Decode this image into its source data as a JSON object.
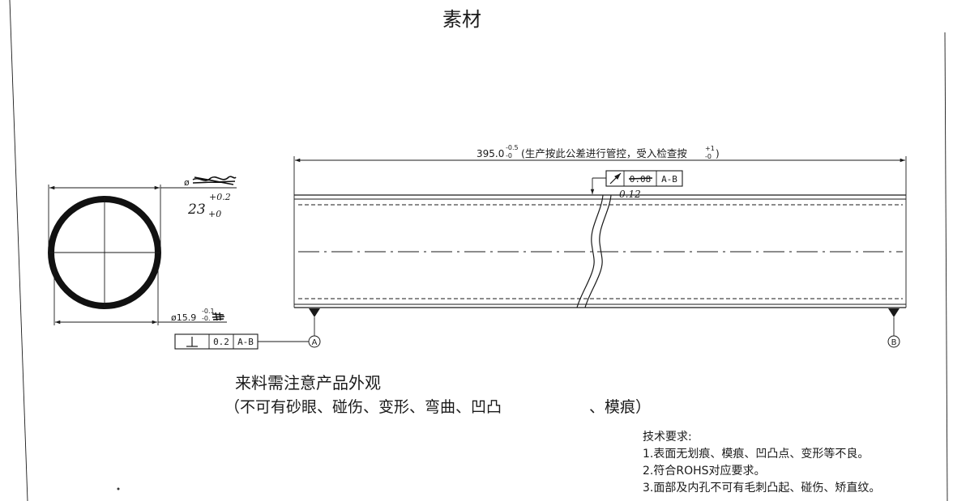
{
  "title": "素材",
  "end_view": {
    "top_dim": {
      "prefix": "ø",
      "value": "23",
      "tol_upper": "+0.2",
      "tol_lower": "+0"
    },
    "bottom_dim": {
      "value": "ø15.9",
      "tol_upper": "-0.1",
      "tol_lower": "-0."
    },
    "perpendicularity_frame": {
      "symbol_icon": "perpendicularity-icon",
      "tolerance": "0.2",
      "datum": "A-B"
    }
  },
  "length_dim": {
    "value": "395.0",
    "tol_upper": "-0.5",
    "tol_lower": "-0",
    "note": "(生产按此公差进行管控，受入检查按",
    "note_tol_upper": "+1",
    "note_tol_lower": "-0",
    "note_close": ")"
  },
  "runout_frame": {
    "symbol_icon": "runout-icon",
    "tolerance": "0.08",
    "datum": "A-B",
    "handwritten_tolerance": "0.12"
  },
  "datums": {
    "a": "A",
    "b": "B"
  },
  "appearance_note": {
    "line1": "来料需注意产品外观",
    "line2a": "（不可有砂眼、碰伤、变形、弯曲、凹凸",
    "line2b": "、模痕）"
  },
  "tech_requirements": {
    "heading": "技术要求:",
    "items": [
      "1.表面无划痕、模痕、凹凸点、变形等不良。",
      "2.符合ROHS对应要求。",
      "3.面部及内孔不可有毛刺凸起、碰伤、矫直纹。"
    ]
  }
}
